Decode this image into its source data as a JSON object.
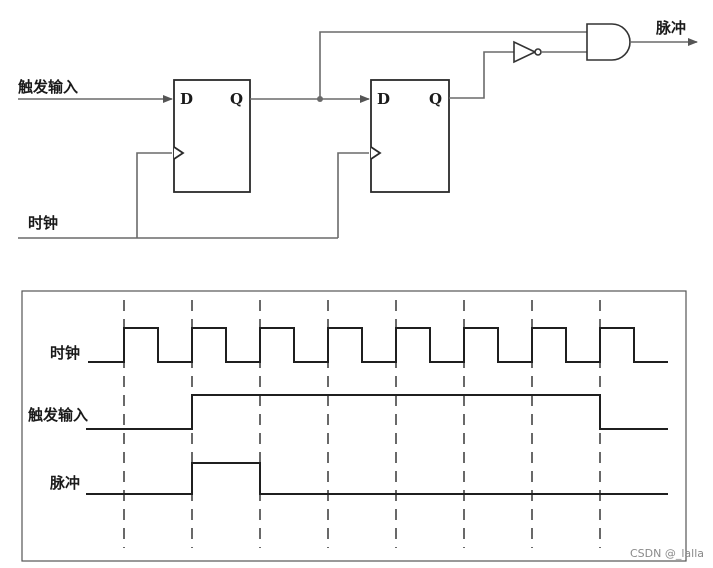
{
  "circuit": {
    "trigger_input_label": "触发输入",
    "clock_label": "时钟",
    "pulse_output_label": "脉冲",
    "flipflops": [
      {
        "d_pin": "D",
        "q_pin": "Q"
      },
      {
        "d_pin": "D",
        "q_pin": "Q"
      }
    ]
  },
  "timing": {
    "signals": [
      {
        "label": "时钟"
      },
      {
        "label": "触发输入"
      },
      {
        "label": "脉冲"
      }
    ]
  },
  "watermark": "CSDN @_lalla",
  "colors": {
    "wire": "#6a6a6a",
    "outline": "#2a2a2a",
    "waveform": "#1f1f1f",
    "background": "#ffffff"
  }
}
